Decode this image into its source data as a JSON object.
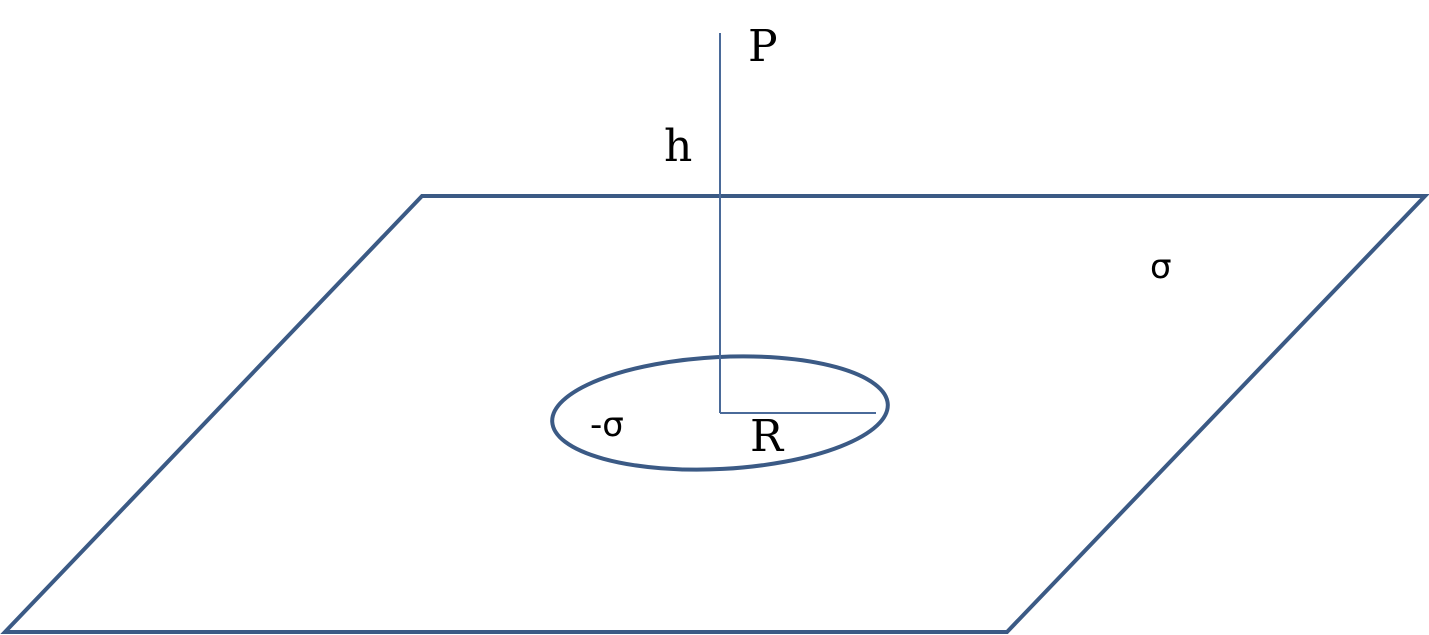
{
  "labels": {
    "point": "P",
    "height": "h",
    "plane_density": "σ",
    "disk_density": "-σ",
    "radius": "R"
  },
  "colors": {
    "outline": "#3b5a85",
    "thin_line": "#4a6a99",
    "text": "#000000",
    "background": "#ffffff"
  }
}
